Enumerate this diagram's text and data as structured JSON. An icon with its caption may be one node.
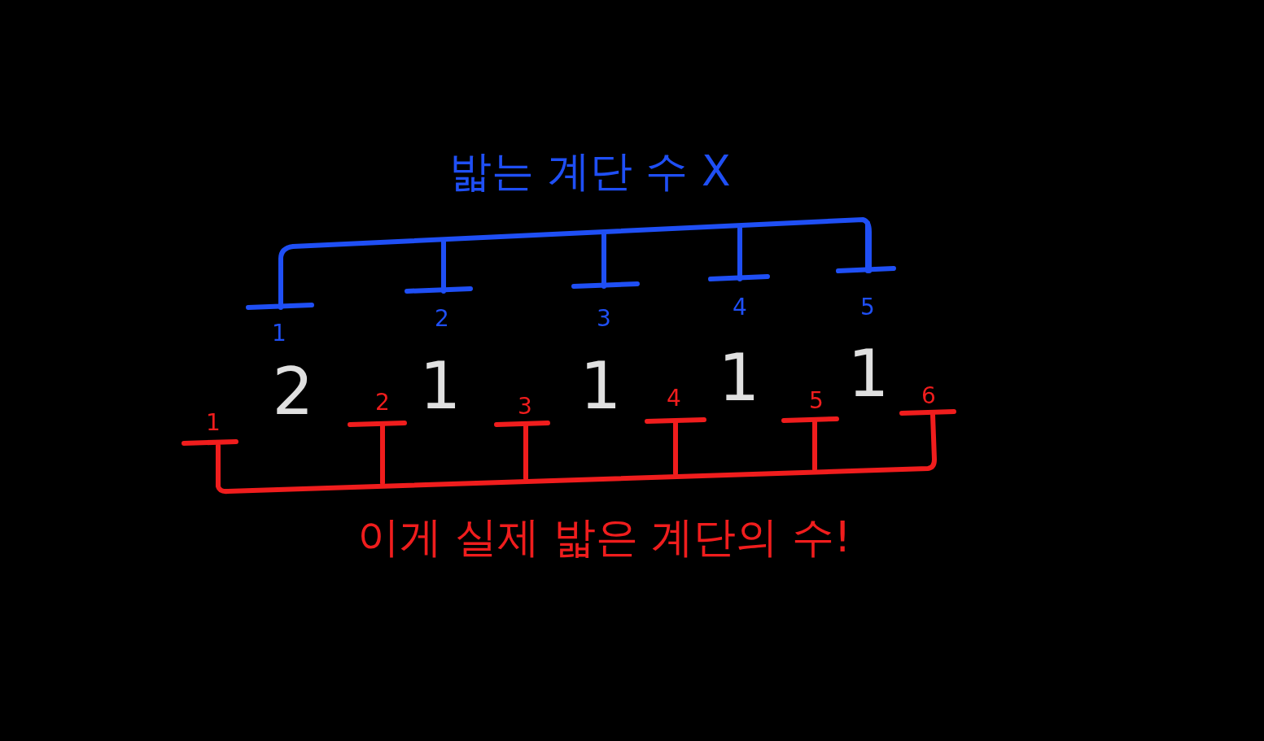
{
  "diagram": {
    "labels": [
      "밟는 계단 수 X",
      "1",
      "2",
      "3",
      "4",
      "5",
      "2",
      "1",
      "1",
      "1",
      "1",
      "1",
      "2",
      "3",
      "4",
      "5",
      "6",
      "이게 실제 밟은 계단의 수!"
    ]
  }
}
